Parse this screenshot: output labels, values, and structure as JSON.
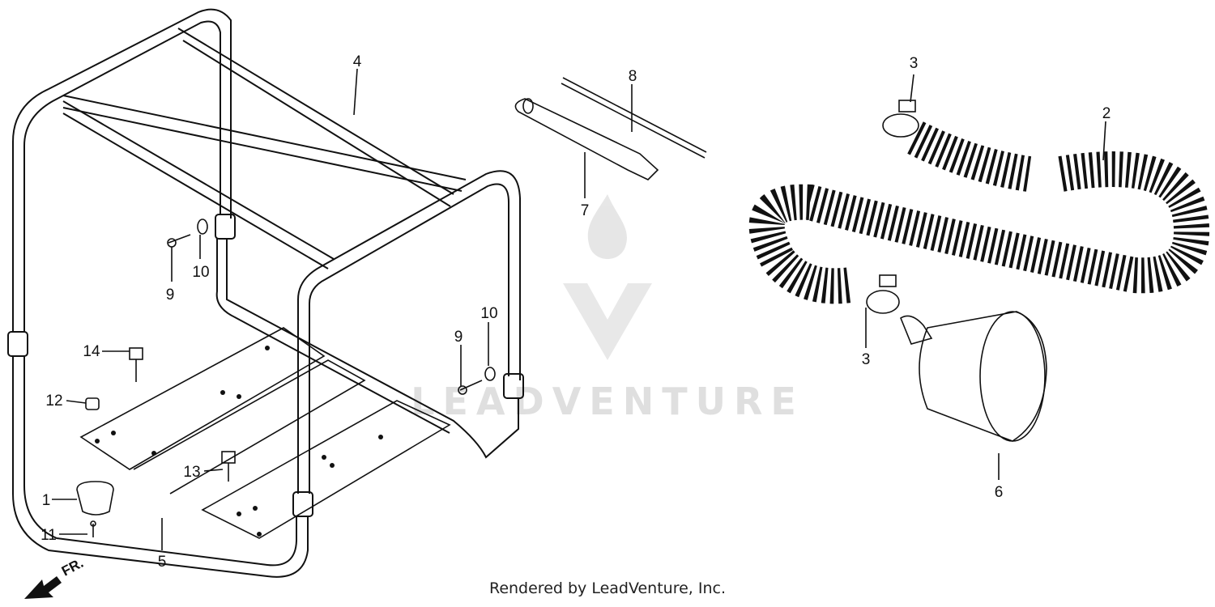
{
  "callouts": {
    "c1": "1",
    "c2": "2",
    "c3a": "3",
    "c3b": "3",
    "c4": "4",
    "c5": "5",
    "c6": "6",
    "c7": "7",
    "c8": "8",
    "c9a": "9",
    "c9b": "9",
    "c10a": "10",
    "c10b": "10",
    "c11": "11",
    "c12": "12",
    "c13": "13",
    "c14": "14"
  },
  "direction_label": "FR.",
  "watermark_text": "LEADVENTURE",
  "footer": "Rendered by LeadVenture, Inc."
}
